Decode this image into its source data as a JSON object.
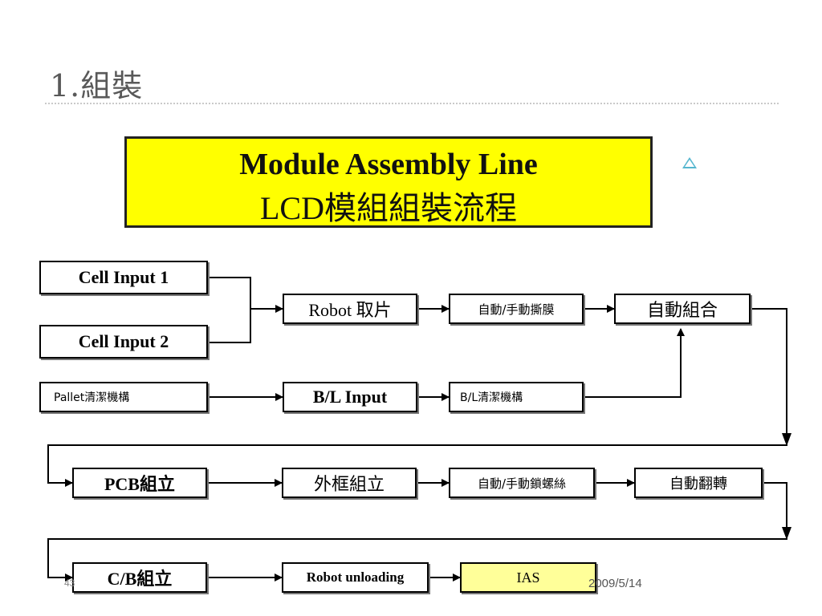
{
  "slide": {
    "title": "1.組裝",
    "banner_line1": "Module Assembly Line",
    "banner_line2": "LCD模組組裝流程",
    "page_number": "43",
    "date": "2009/5/14"
  },
  "colors": {
    "banner": "#ffff00",
    "highlight_box": "#ffff99",
    "triangle": "#55b6cf"
  },
  "flow": {
    "cell_input_1": "Cell Input 1",
    "cell_input_2": "Cell Input 2",
    "robot_pick": "Robot 取片",
    "auto_manual_peel": "自動/手動撕膜",
    "auto_combine": "自動組合",
    "pallet_clean": "Pallet清潔機構",
    "bl_input": "B/L Input",
    "bl_clean": "B/L清潔機構",
    "pcb_assembly": "PCB組立",
    "frame_assembly": "外框組立",
    "auto_manual_screw": "自動/手動鎖螺絲",
    "auto_flip": "自動翻轉",
    "cb_assembly": "C/B組立",
    "robot_unloading": "Robot unloading",
    "ias": "IAS"
  }
}
